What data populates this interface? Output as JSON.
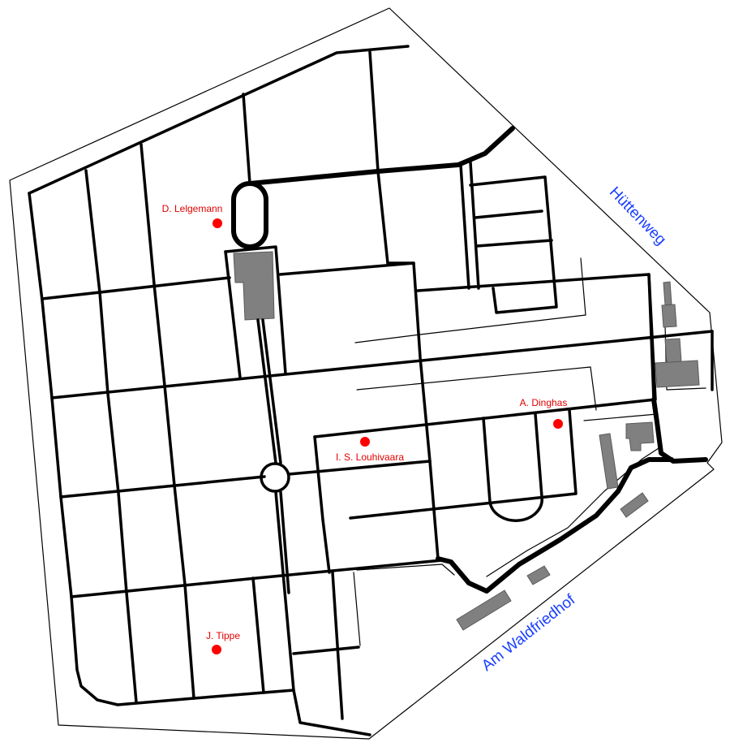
{
  "colors": {
    "marker": "#ff0000",
    "marker_label": "#e00000",
    "street_label": "#1a3fff",
    "building": "#808080"
  },
  "streets": {
    "huettenweg": "Hüttenweg",
    "am_waldfriedhof": "Am Waldfriedhof"
  },
  "graves": [
    {
      "id": "lelgemann",
      "label": "D. Lelgemann"
    },
    {
      "id": "louhivaara",
      "label": "I. S. Louhivaara"
    },
    {
      "id": "dinghas",
      "label": "A. Dinghas"
    },
    {
      "id": "tippe",
      "label": "J. Tippe"
    }
  ]
}
